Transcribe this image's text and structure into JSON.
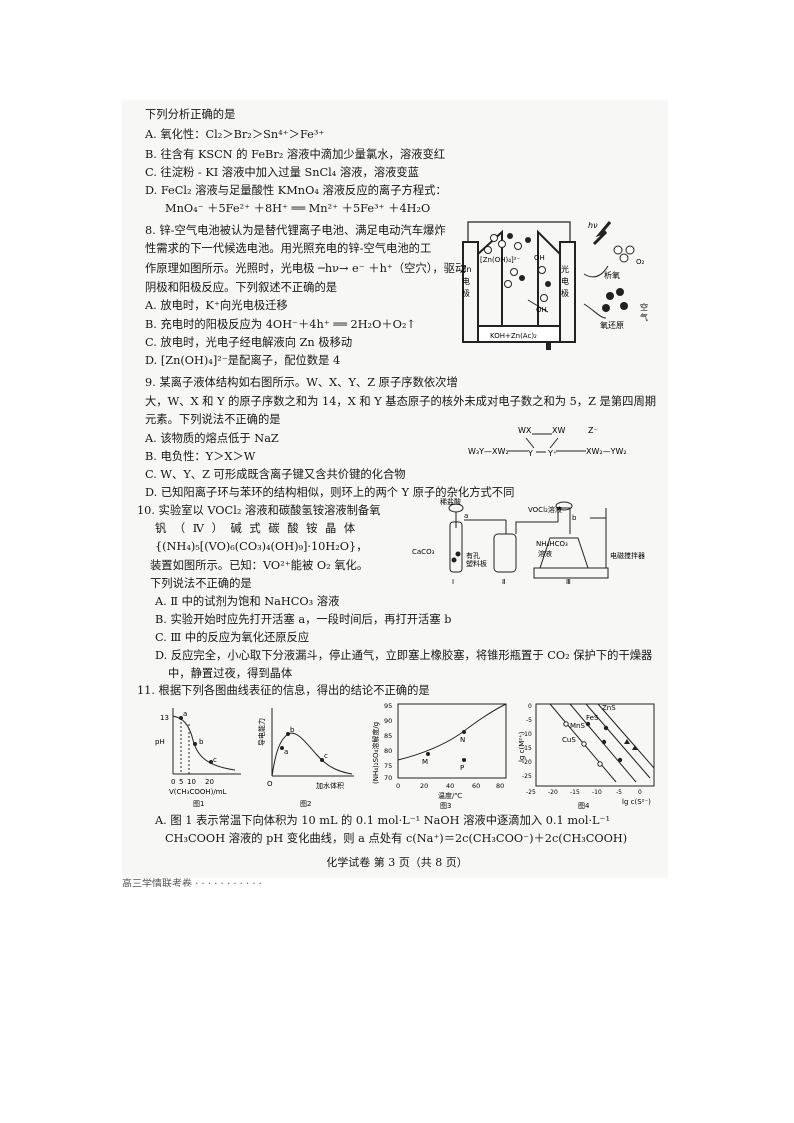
{
  "q7": {
    "stem": "下列分析正确的是",
    "a": "A. 氧化性：Cl₂＞Br₂＞Sn⁴⁺＞Fe³⁺",
    "b": "B. 往含有 KSCN 的 FeBr₂ 溶液中滴加少量氯水，溶液变红",
    "c": "C. 往淀粉 - KI 溶液中加入过量 SnCl₄ 溶液，溶液变蓝",
    "d": "D. FeCl₂ 溶液与足量酸性 KMnO₄ 溶液反应的离子方程式：",
    "d2": "MnO₄⁻ ＋5Fe²⁺ ＋8H⁺ ══ Mn²⁺ ＋5Fe³⁺ ＋4H₂O"
  },
  "q8": {
    "l1": "8. 锌-空气电池被认为是替代锂离子电池、满足电动汽车爆炸",
    "l2": "性需求的下一代候选电池。用光照充电的锌-空气电池的工",
    "l3": "作原理如图所示。光照时，光电极 ─hν→ e⁻ ＋h⁺（空穴），驱动",
    "l4": "阴极和阳极反应。下列叙述不正确的是",
    "a": "A. 放电时，K⁺向光电极迁移",
    "b": "B. 充电时的阳极反应为 4OH⁻＋4h⁺ ══ 2H₂O＋O₂↑",
    "c": "C. 放电时，光电子经电解液向 Zn 极移动",
    "d": "D. [Zn(OH)₄]²⁻是配离子，配位数是 4",
    "fig": {
      "zn1": "Zn",
      "zn2": "电",
      "zn3": "极",
      "ph1": "光",
      "ph2": "电",
      "ph3": "极",
      "complex": "[Zn(OH)₄]²⁻",
      "oh": "OH",
      "hv": "hν",
      "o2": "O₂",
      "release": "析氧",
      "air1": "空",
      "air2": "气",
      "reduce": "氧还原",
      "electrolyte": "KOH+Zn(Ac)₂"
    }
  },
  "q9": {
    "l1": "9. 某离子液体结构如右图所示。W、X、Y、Z 原子序数依次增",
    "l2": "大，W、X 和 Y 的原子序数之和为 14，X 和 Y 基态原子的核外未成对电子数之和为 5，Z 是第四周期",
    "l3": "元素。下列说法不正确的是",
    "a": "A. 该物质的熔点低于 NaZ",
    "b": "B. 电负性：Y＞X＞W",
    "c": "C. W、Y、Z 可形成既含离子键又含共价键的化合物",
    "d": "D. 已知阳离子环与苯环的结构相似，则环上的两个 Y 原子的杂化方式不同",
    "fig": {
      "wx1": "WX",
      "wx2": "XW",
      "z": "Z⁻",
      "left": "W₃Y—XW₂",
      "right": "XW₂—YW₂",
      "y": "Y",
      "yplus": "Y⁺"
    }
  },
  "q10": {
    "l1": "10. 实验室以 VOCl₂ 溶液和碳酸氢铵溶液制备氧",
    "l2": "钒 （ Ⅳ ） 碱 式 碳 酸 铵 晶 体",
    "l3": "{(NH₄)₅[(VO)₆(CO₃)₄(OH)₉]·10H₂O}，",
    "l4": "装置如图所示。已知：VO²⁺能被 O₂ 氧化。",
    "l5": "下列说法不正确的是",
    "a": "A. Ⅱ 中的试剂为饱和 NaHCO₃ 溶液",
    "b": "B. 实验开始时应先打开活塞 a，一段时间后，再打开活塞 b",
    "c": "C. Ⅲ 中的反应为氧化还原反应",
    "d": "D. 反应完全，小心取下分液漏斗，停止通气，立即塞上橡胶塞，将锥形瓶置于 CO₂ 保护下的干燥器",
    "d2": "中，静置过夜，得到晶体",
    "fig": {
      "acid": "稀盐酸",
      "a": "a",
      "caco3": "CaCO₃",
      "plate1": "有孔",
      "plate2": "塑料板",
      "vocl2": "VOCl₂溶液",
      "b": "b",
      "nh4hco3": "NH₄HCO₃",
      "soln": "溶液",
      "stirrer": "电磁搅拌器",
      "r1": "Ⅰ",
      "r2": "Ⅱ",
      "r3": "Ⅲ"
    }
  },
  "q11": {
    "stem": "11. 根据下列各图曲线表征的信息，得出的结论不正确的是",
    "a1": "A. 图 1 表示常温下向体积为 10 mL 的 0.1 mol·L⁻¹ NaOH 溶液中逐滴加入 0.1 mol·L⁻¹",
    "a2": "CH₃COOH 溶液的 pH 变化曲线，则 a 点处有 c(Na⁺)＝2c(CH₃COO⁻)＋2c(CH₃COOH)"
  },
  "figs": {
    "f1": {
      "caption": "图1",
      "ylabel": "pH",
      "y13": "13",
      "xlabel": "V(CH₃COOH)/mL",
      "x0": "0",
      "x5": "5",
      "x10": "10",
      "x20": "20",
      "pa": "a",
      "pb": "b",
      "pc": "c"
    },
    "f2": {
      "caption": "图2",
      "ylabel": "导电能力",
      "xlabel": "加水体积",
      "o": "O",
      "pa": "a",
      "pb": "b",
      "pc": "c"
    },
    "f3": {
      "caption": "图3",
      "ylabel": "(NH₄)₂SO₄溶解度/g",
      "xlabel": "温度/℃",
      "yticks": [
        "95",
        "90",
        "85",
        "80",
        "75",
        "70"
      ],
      "xticks": [
        "0",
        "20",
        "40",
        "60",
        "80"
      ],
      "pm": "M",
      "pn": "N",
      "pp": "P"
    },
    "f4": {
      "caption": "图4",
      "ylabel": "lg c(M²⁺)",
      "xlabel": "lg c(S²⁻)",
      "yticks": [
        "0",
        "-5",
        "-10",
        "-15",
        "-20",
        "-25"
      ],
      "xticks": [
        "-25",
        "-20",
        "-15",
        "-10",
        "-5",
        "0"
      ],
      "zns": "ZnS",
      "fes": "FeS",
      "mns": "MnS",
      "cus": "CuS"
    }
  },
  "footer": {
    "page": "化学试卷 第 3 页（共 8 页）"
  },
  "strip": "高三学情联考卷    ·    ·    ·    ·    ·    ·    ·    ·    ·    ·    ·"
}
